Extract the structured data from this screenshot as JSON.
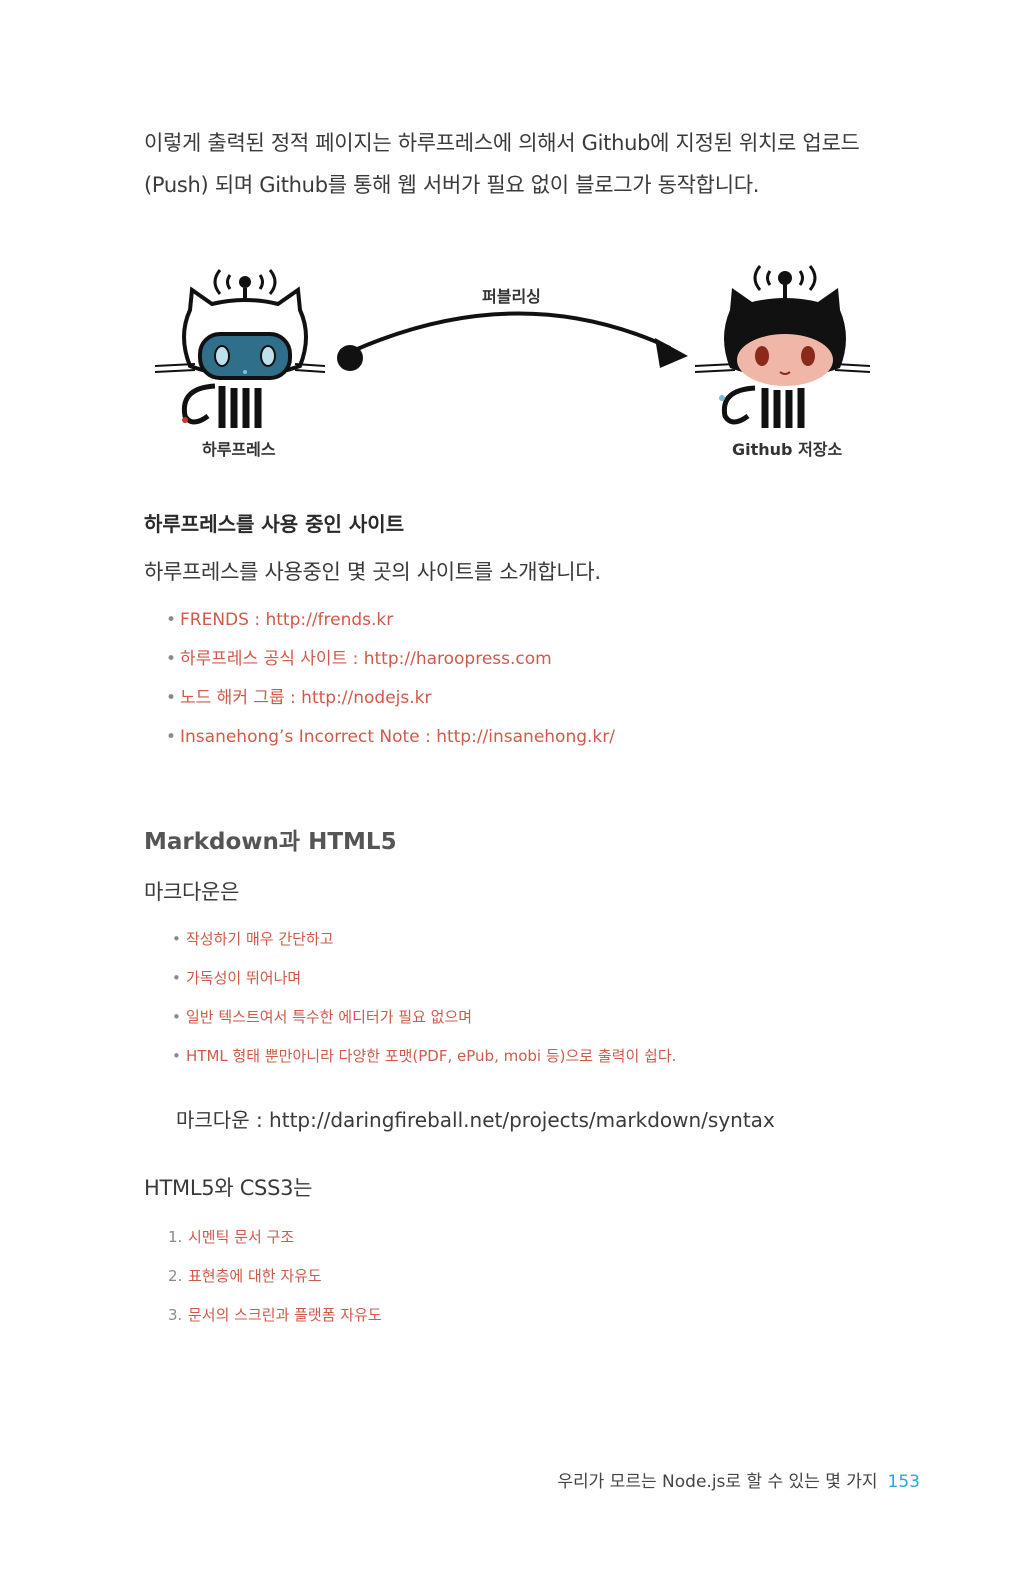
{
  "intro": {
    "line1": "이렇게 출력된 정적 페이지는 하루프레스에 의해서 Github에 지정된 위치로 업로드",
    "line2": "(Push) 되며 Github를 통해 웹 서버가 필요 없이 블로그가 동작합니다."
  },
  "figure": {
    "arrow_label": "퍼블리싱",
    "left_label": "하루프레스",
    "right_label": "Github 저장소",
    "left_mascot_icon": "octocat-white-icon",
    "right_mascot_icon": "octocat-black-icon",
    "colors": {
      "dark": "#111111",
      "visor": "#2f6f8a",
      "face": "#f0b7a8"
    }
  },
  "sites": {
    "heading": "하루프레스를 사용 중인 사이트",
    "lead": "하루프레스를 사용중인 몇 곳의 사이트를 소개합니다.",
    "items": [
      "FRENDS : http://frends.kr",
      "하루프레스 공식 사이트 : http://haroopress.com",
      "노드 해커 그룹 : http://nodejs.kr",
      "Insanehong’s Incorrect Note : http://insanehong.kr/"
    ]
  },
  "markdown": {
    "heading": "Markdown과 HTML5",
    "lead": "마크다운은",
    "items": [
      "작성하기 매우 간단하고",
      "가독성이 뛰어나며",
      "일반 텍스트여서 특수한 에디터가 필요 없으며",
      "HTML 형태 뿐만아니라 다양한 포맷(PDF, ePub, mobi 등)으로 출력이 쉽다."
    ],
    "link": "마크다운 : http://daringfireball.net/projects/markdown/syntax"
  },
  "html5": {
    "lead": "HTML5와 CSS3는",
    "items": [
      {
        "num": "1.",
        "text": "시멘틱 문서 구조"
      },
      {
        "num": "2.",
        "text": "표현층에 대한 자유도"
      },
      {
        "num": "3.",
        "text": "문서의 스크린과 플랫폼 자유도"
      }
    ]
  },
  "footer": {
    "title": "우리가 모르는 Node.js로 할 수 있는 몇 가지",
    "page": "153"
  },
  "accent_colors": {
    "list_text": "#cf5a4a",
    "page_number": "#29a7d6"
  }
}
